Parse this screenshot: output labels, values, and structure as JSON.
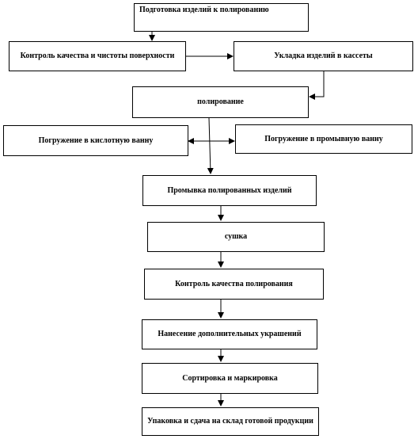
{
  "steps": {
    "prep": "Подготовка изделий к полированию",
    "quality_surface": "Контроль качества и чистоты поверхности",
    "loading": "Укладка изделий в кассеты",
    "polishing": "полирование",
    "acid_bath": "Погружение в кислотную ванну",
    "rinse_bath": "Погружение в промывную ванну",
    "rinse_polished": "Промывка полированных изделий",
    "drying": "сушка",
    "quality_polish": "Контроль качества полирования",
    "decoration": "Нанесение дополнительных украшений",
    "sorting": "Сортировка и маркировка",
    "packing": "Упаковка и сдача на склад готовой продукции"
  }
}
